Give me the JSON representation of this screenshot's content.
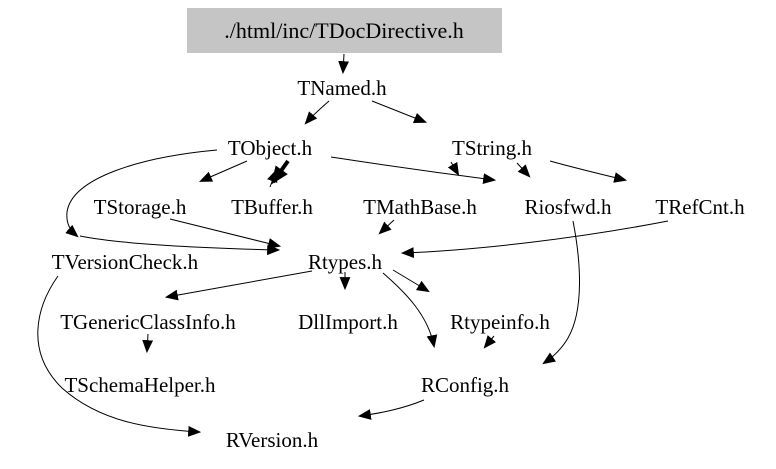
{
  "graph": {
    "type": "include-dependency-graph",
    "root": {
      "label": "./html/inc/TDocDirective.h",
      "bg": "#c5c5c5"
    },
    "edge_color": "#000000",
    "nodes": [
      {
        "id": "TNamed",
        "label": "TNamed.h"
      },
      {
        "id": "TObject",
        "label": "TObject.h"
      },
      {
        "id": "TString",
        "label": "TString.h"
      },
      {
        "id": "TStorage",
        "label": "TStorage.h"
      },
      {
        "id": "TBuffer",
        "label": "TBuffer.h"
      },
      {
        "id": "TMathBase",
        "label": "TMathBase.h"
      },
      {
        "id": "Riosfwd",
        "label": "Riosfwd.h"
      },
      {
        "id": "TRefCnt",
        "label": "TRefCnt.h"
      },
      {
        "id": "TVersionCheck",
        "label": "TVersionCheck.h"
      },
      {
        "id": "Rtypes",
        "label": "Rtypes.h"
      },
      {
        "id": "TGenericClassInfo",
        "label": "TGenericClassInfo.h"
      },
      {
        "id": "DllImport",
        "label": "DllImport.h"
      },
      {
        "id": "Rtypeinfo",
        "label": "Rtypeinfo.h"
      },
      {
        "id": "TSchemaHelper",
        "label": "TSchemaHelper.h"
      },
      {
        "id": "RConfig",
        "label": "RConfig.h"
      },
      {
        "id": "RVersion",
        "label": "RVersion.h"
      }
    ],
    "edges": [
      {
        "from": "./html/inc/TDocDirective.h",
        "to": "TNamed.h"
      },
      {
        "from": "TNamed.h",
        "to": "TObject.h"
      },
      {
        "from": "TNamed.h",
        "to": "TString.h"
      },
      {
        "from": "TObject.h",
        "to": "TStorage.h"
      },
      {
        "from": "TObject.h",
        "to": "TBuffer.h"
      },
      {
        "from": "TBuffer.h",
        "to": "TObject.h"
      },
      {
        "from": "TObject.h",
        "to": "Riosfwd.h"
      },
      {
        "from": "TObject.h",
        "to": "TVersionCheck.h"
      },
      {
        "from": "TObject.h",
        "to": "Rtypes.h"
      },
      {
        "from": "TString.h",
        "to": "TMathBase.h"
      },
      {
        "from": "TString.h",
        "to": "Riosfwd.h"
      },
      {
        "from": "TString.h",
        "to": "TRefCnt.h"
      },
      {
        "from": "TStorage.h",
        "to": "Rtypes.h"
      },
      {
        "from": "TMathBase.h",
        "to": "Rtypes.h"
      },
      {
        "from": "TRefCnt.h",
        "to": "Rtypes.h"
      },
      {
        "from": "Rtypes.h",
        "to": "TGenericClassInfo.h"
      },
      {
        "from": "Rtypes.h",
        "to": "DllImport.h"
      },
      {
        "from": "Rtypes.h",
        "to": "Rtypeinfo.h"
      },
      {
        "from": "Rtypes.h",
        "to": "RConfig.h"
      },
      {
        "from": "Rtypeinfo.h",
        "to": "RConfig.h"
      },
      {
        "from": "Riosfwd.h",
        "to": "RConfig.h"
      },
      {
        "from": "TGenericClassInfo.h",
        "to": "TSchemaHelper.h"
      },
      {
        "from": "TVersionCheck.h",
        "to": "RVersion.h"
      },
      {
        "from": "RConfig.h",
        "to": "RVersion.h"
      }
    ]
  }
}
